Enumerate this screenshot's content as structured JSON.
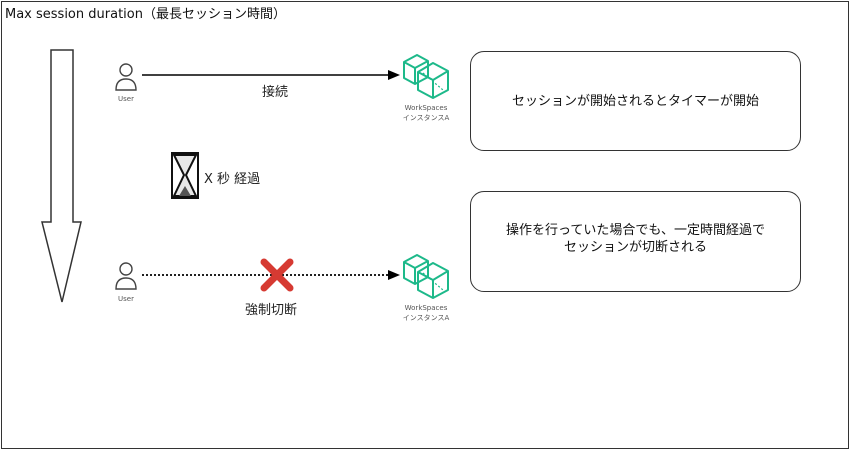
{
  "title": "Max session duration（最長セッション時間）",
  "top_row": {
    "user_label": "User",
    "connection_label": "接続",
    "instance_label_line1": "WorkSpaces",
    "instance_label_line2": "インスタンスA",
    "callout_text": "セッションが開始されるとタイマーが開始"
  },
  "elapsed": {
    "label": "X 秒 経過"
  },
  "bottom_row": {
    "user_label": "User",
    "disconnect_label": "強制切断",
    "instance_label_line1": "WorkSpaces",
    "instance_label_line2": "インスタンスA",
    "callout_line1": "操作を行っていた場合でも、一定時間経過で",
    "callout_line2": "セッションが切断される"
  },
  "colors": {
    "workspaces_icon": "#1db98a",
    "cross": "#d63a32",
    "line": "#000000"
  },
  "icons": [
    "user-icon",
    "workspaces-icon",
    "hourglass-icon",
    "cross-icon",
    "time-arrow"
  ]
}
